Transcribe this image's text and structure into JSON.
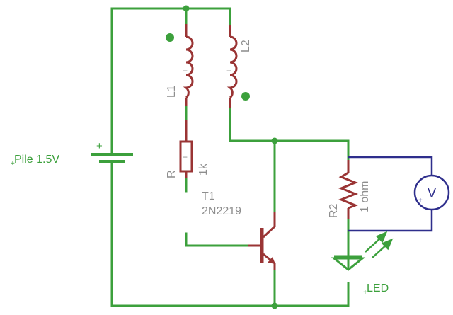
{
  "schematic": {
    "battery": {
      "name": "Pile 1.5V",
      "polarity": "+"
    },
    "inductor_l1": {
      "name": "L1",
      "polarity": "+"
    },
    "inductor_l2": {
      "name": "L2",
      "polarity": "+"
    },
    "resistor_r": {
      "name": "R",
      "value": "1k",
      "polarity": "+"
    },
    "transistor": {
      "name": "T1",
      "part": "2N2219"
    },
    "resistor_r2": {
      "name": "R2",
      "value": "1 ohm"
    },
    "led": {
      "name": "LED"
    },
    "voltmeter": {
      "symbol": "V"
    }
  },
  "colors": {
    "net": "#3ca03c",
    "component": "#9a3434",
    "label": "#8e8e8e",
    "probe": "#2e2e8c",
    "background": "#ffffff"
  }
}
